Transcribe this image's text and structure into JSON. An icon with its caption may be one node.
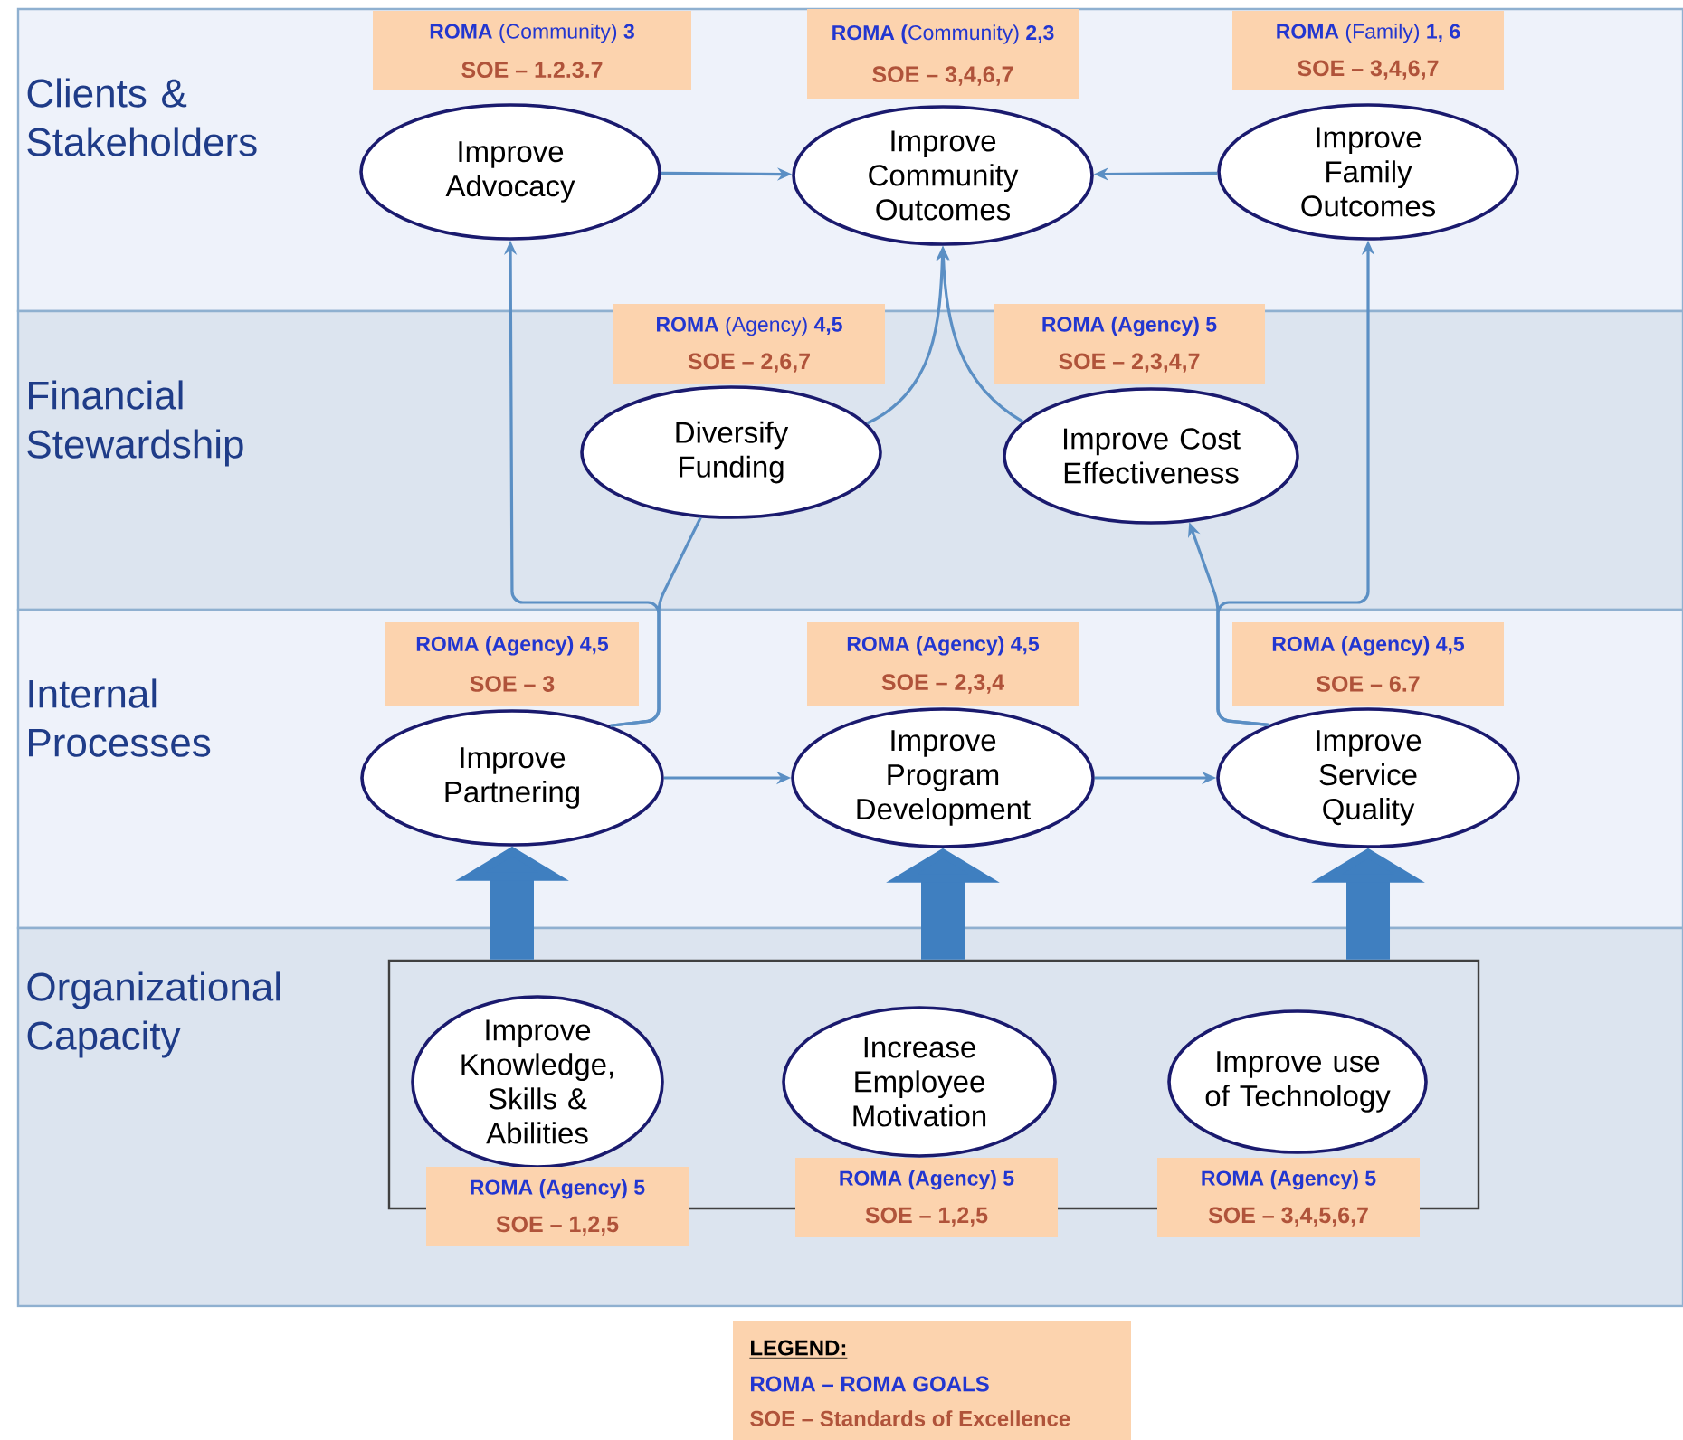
{
  "diagram": {
    "nodes": [
      {
        "text": [
          "Clients & Stakeholders"
        ]
      },
      {
        "text": [
          "Financial Stewardship"
        ]
      },
      {
        "text": [
          "Internal Processes"
        ]
      },
      {
        "text": [
          "Organizational Capacity"
        ]
      },
      {
        "text": [
          "**ROMA** (Community) **3**",
          "SOE – 1.2.3.7"
        ],
        "in": 0
      },
      {
        "text": [
          "Improve Advocacy"
        ],
        "in": 0
      },
      {
        "text": [
          "**ROMA (**Community) **2,3**",
          "SOE – 3,4,6,7"
        ],
        "in": 0
      },
      {
        "text": [
          "Improve Community Outcomes"
        ],
        "in": 0
      },
      {
        "text": [
          "**ROMA** (Family) **1, 6**",
          "SOE – 3,4,6,7"
        ],
        "in": 0
      },
      {
        "text": [
          "Improve Family Outcomes"
        ],
        "in": 0
      },
      {
        "text": [
          "**ROMA** (Agency) **4,5**",
          "SOE – 2,6,7"
        ],
        "in": 1
      },
      {
        "text": [
          "Diversify Funding"
        ],
        "in": 1
      },
      {
        "text": [
          "**ROMA (Agency) 5**",
          "SOE – 2,3,4,7"
        ],
        "in": 1
      },
      {
        "text": [
          "Improve Cost Effectiveness"
        ],
        "in": 1
      },
      {
        "text": [
          "**ROMA (Agency) 4,5**",
          "SOE – 3"
        ],
        "in": 2
      },
      {
        "text": [
          "Improve Partnering"
        ],
        "in": 2
      },
      {
        "text": [
          "**ROMA (Agency) 4,5**",
          "SOE – 2,3,4"
        ],
        "in": 2
      },
      {
        "text": [
          "Improve Program Development"
        ],
        "in": 2
      },
      {
        "text": [
          "**ROMA (Agency) 4,5**",
          "SOE – 6.7"
        ],
        "in": 2
      },
      {
        "text": [
          "Improve Service Quality"
        ],
        "in": 2
      },
      {
        "text": [],
        "shape": "box",
        "in": 3
      },
      {
        "text": [
          "Improve Knowledge, Skills & Abilities"
        ],
        "in": 20
      },
      {
        "text": [
          "**ROMA (Agency) 5**",
          "SOE – 1,2,5"
        ],
        "in": 3
      },
      {
        "text": [
          "Increase Employee Motivation"
        ],
        "in": 20
      },
      {
        "text": [
          "**ROMA (Agency) 5**",
          "SOE – 1,2,5"
        ],
        "in": 3
      },
      {
        "text": [
          "Improve use of Technology"
        ],
        "in": 20
      },
      {
        "text": [
          "**ROMA (Agency) 5**",
          "SOE – 3,4,5,6,7"
        ],
        "in": 3
      },
      {
        "text": [
          "LEGEND:",
          "ROMA – ROMA GOALS",
          "SOE – Standards of Excellence"
        ]
      }
    ],
    "edges": [
      {
        "from": 5,
        "to": 7,
        "arrow": "to"
      },
      {
        "from": 9,
        "to": 7,
        "arrow": "to"
      },
      {
        "from": 11,
        "to": 7,
        "arrow": "to"
      },
      {
        "from": 13,
        "to": 7,
        "arrow": "to"
      },
      {
        "from": 15,
        "to": 5,
        "arrow": "to"
      },
      {
        "from": 15,
        "to": 11,
        "arrow": "none"
      },
      {
        "from": 19,
        "to": 9,
        "arrow": "to"
      },
      {
        "from": 19,
        "to": 13,
        "arrow": "to"
      },
      {
        "from": 15,
        "to": 17,
        "arrow": "to"
      },
      {
        "from": 17,
        "to": 19,
        "arrow": "to"
      },
      {
        "from": 20,
        "to": 15,
        "arrow": "to",
        "style": "thick"
      },
      {
        "from": 20,
        "to": 17,
        "arrow": "to",
        "style": "thick"
      },
      {
        "from": 20,
        "to": 19,
        "arrow": "to",
        "style": "thick"
      }
    ]
  }
}
